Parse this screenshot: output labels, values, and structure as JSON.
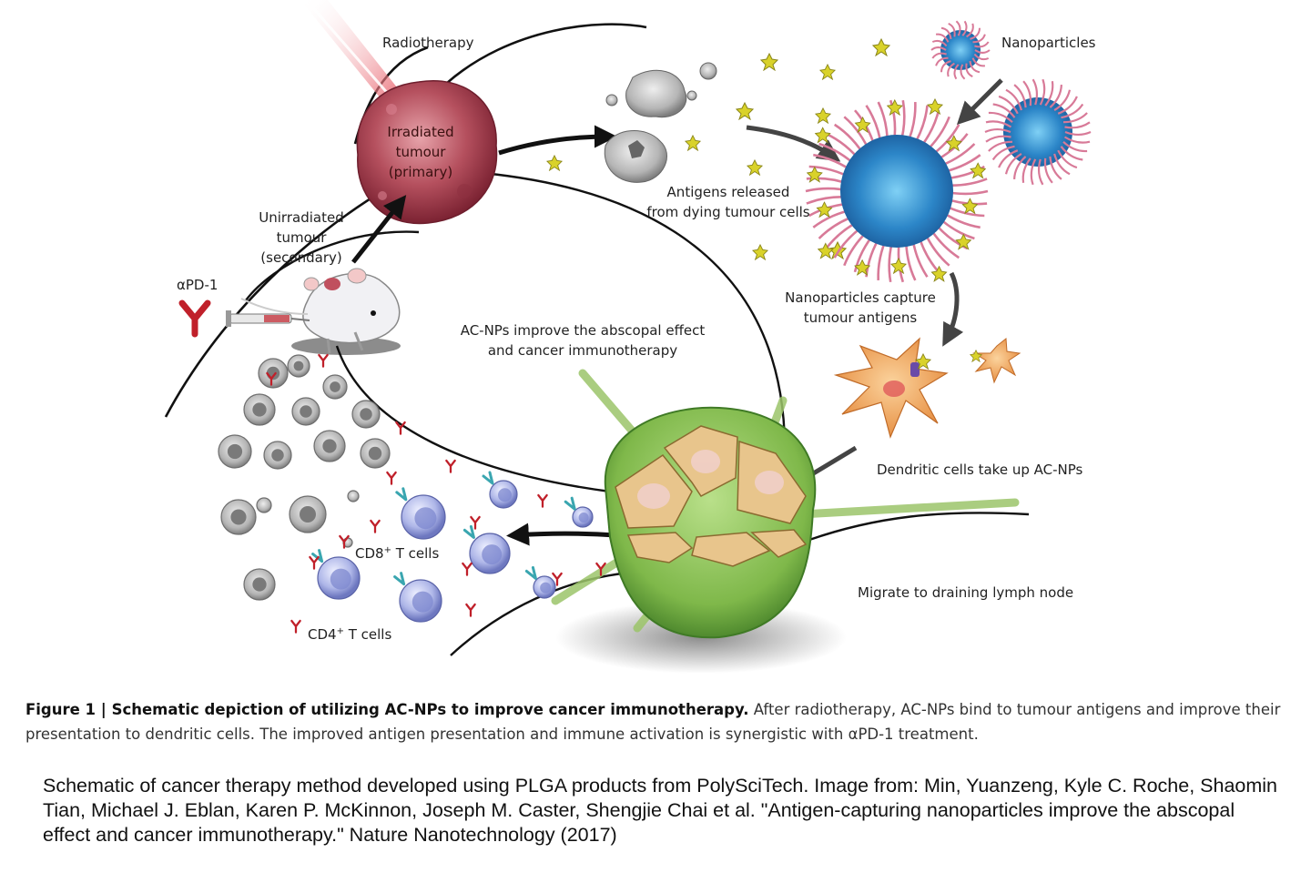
{
  "diagram": {
    "labels": {
      "radiotherapy": "Radiotherapy",
      "irradiated_tumour": [
        "Irradiated",
        "tumour",
        "(primary)"
      ],
      "unirradiated_tumour": [
        "Unirradiated",
        "tumour",
        "(secondary)"
      ],
      "apd1": "αPD-1",
      "nanoparticles": "Nanoparticles",
      "antigens_released": [
        "Antigens released",
        "from dying tumour cells"
      ],
      "np_capture": [
        "Nanoparticles capture",
        "tumour antigens"
      ],
      "ac_nps_improve": [
        "AC-NPs improve the abscopal effect",
        "and cancer immunotherapy"
      ],
      "dendritic_uptake": "Dendritic cells take up AC-NPs",
      "migrate": "Migrate to draining lymph node",
      "cd8_prefix": "CD8",
      "cd8_sup": "+",
      "cd8_suffix": " T cells",
      "cd4_prefix": "CD4",
      "cd4_sup": "+",
      "cd4_suffix": " T cells"
    }
  },
  "caption": {
    "figure_label": "Figure 1 | ",
    "title": "Schematic depiction of utilizing AC-NPs to improve cancer immunotherapy.",
    "body": " After radiotherapy, AC-NPs bind to tumour antigens and improve their presentation to dendritic cells. The improved antigen presentation and immune activation is synergistic with αPD-1 treatment."
  },
  "credit": "Schematic of cancer therapy method developed using PLGA products from PolySciTech. Image from: Min, Yuanzeng, Kyle C. Roche, Shaomin Tian, Michael J. Eblan, Karen P. McKinnon, Joseph M. Caster, Shengjie Chai et al. \"Antigen-capturing nanoparticles improve the abscopal effect and cancer immunotherapy.\" Nature Nanotechnology (2017)",
  "colors": {
    "tumour": "#b5505e",
    "lymph_node": "#7fb84a",
    "nanoparticle_core": "#2c86c8",
    "nanoparticle_chains": "#d87a98",
    "antigen": "#d9d22a",
    "dendritic_cell": "#f0a258",
    "t_cell": "#aeb6e8",
    "antibody": "#c0202a"
  }
}
